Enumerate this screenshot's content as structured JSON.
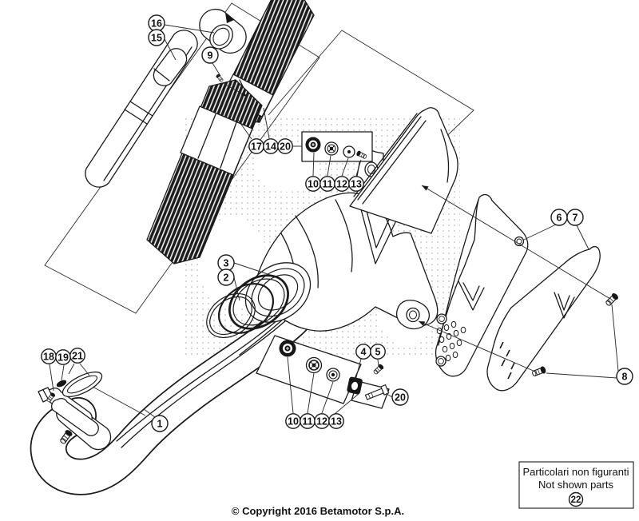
{
  "diagram": {
    "title": "exhaust-exploded-parts-diagram",
    "colors": {
      "line": "#1a1a1a",
      "background": "#ffffff",
      "watermark_dot": "#9a9a9a"
    },
    "callouts": [
      {
        "label": "16"
      },
      {
        "label": "15"
      },
      {
        "label": "9"
      },
      {
        "label": "17"
      },
      {
        "label": "14"
      },
      {
        "label": "20"
      },
      {
        "label": "10"
      },
      {
        "label": "11"
      },
      {
        "label": "12"
      },
      {
        "label": "13"
      },
      {
        "label": "3"
      },
      {
        "label": "2"
      },
      {
        "label": "6"
      },
      {
        "label": "7"
      },
      {
        "label": "18"
      },
      {
        "label": "19"
      },
      {
        "label": "21"
      },
      {
        "label": "1"
      },
      {
        "label": "4"
      },
      {
        "label": "5"
      },
      {
        "label": "10"
      },
      {
        "label": "11"
      },
      {
        "label": "12"
      },
      {
        "label": "13"
      },
      {
        "label": "20"
      },
      {
        "label": "8"
      },
      {
        "label": "22"
      }
    ],
    "note_box": {
      "line1": "Particolari non figuranti",
      "line2": "Not shown parts"
    },
    "copyright": "© Copyright 2016 Betamotor S.p.A."
  }
}
